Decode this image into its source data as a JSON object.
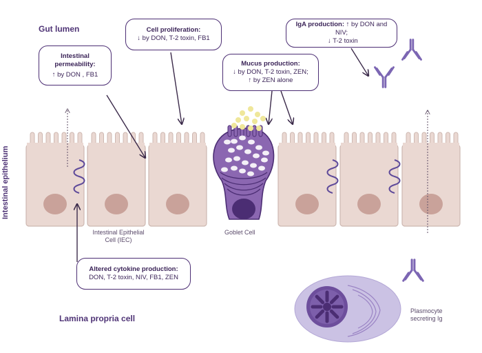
{
  "regions": {
    "gut_lumen": "Gut lumen",
    "intestinal_epithelium": "Intestinal epithelium",
    "lamina_propria": "Lamina propria cell"
  },
  "cell_labels": {
    "iec_line1": "Intestinal Epithelial",
    "iec_line2": "Cell (IEC)",
    "goblet": "Goblet Cell",
    "plasmocyte_line1": "Plasmocyte",
    "plasmocyte_line2": "secreting Ig"
  },
  "callouts": {
    "permeability": {
      "title_line1": "Intestinal",
      "title_line2": "permeability:",
      "body": "↑ by DON , FB1"
    },
    "proliferation": {
      "title": "Cell proliferation:",
      "body": "↓ by DON, T-2 toxin, FB1"
    },
    "mucus": {
      "title": "Mucus production:",
      "body_line1": "↓ by DON, T-2 toxin, ZEN;",
      "body_line2": "↑ by ZEN alone"
    },
    "iga": {
      "title": "IgA production:",
      "title_suffix": " ↑ by DON and NIV;",
      "body": "↓ T-2 toxin"
    },
    "cytokine": {
      "title": "Altered cytokine production:",
      "body": "DON, T-2 toxin, NIV, FB1, ZEN"
    }
  },
  "colors": {
    "cell_fill": "#ead8d2",
    "cell_stroke": "#cdb7b0",
    "nucleus": "#c9a29a",
    "goblet_purple": "#7f5aa6",
    "goblet_dark": "#4b2d73",
    "mucus_yellow": "#efe79a",
    "plasma_outer": "#c7bde0",
    "plasma_nucleus": "#6d4e9c",
    "antibody": "#7c66b3",
    "arrow": "#3b2a4a"
  }
}
